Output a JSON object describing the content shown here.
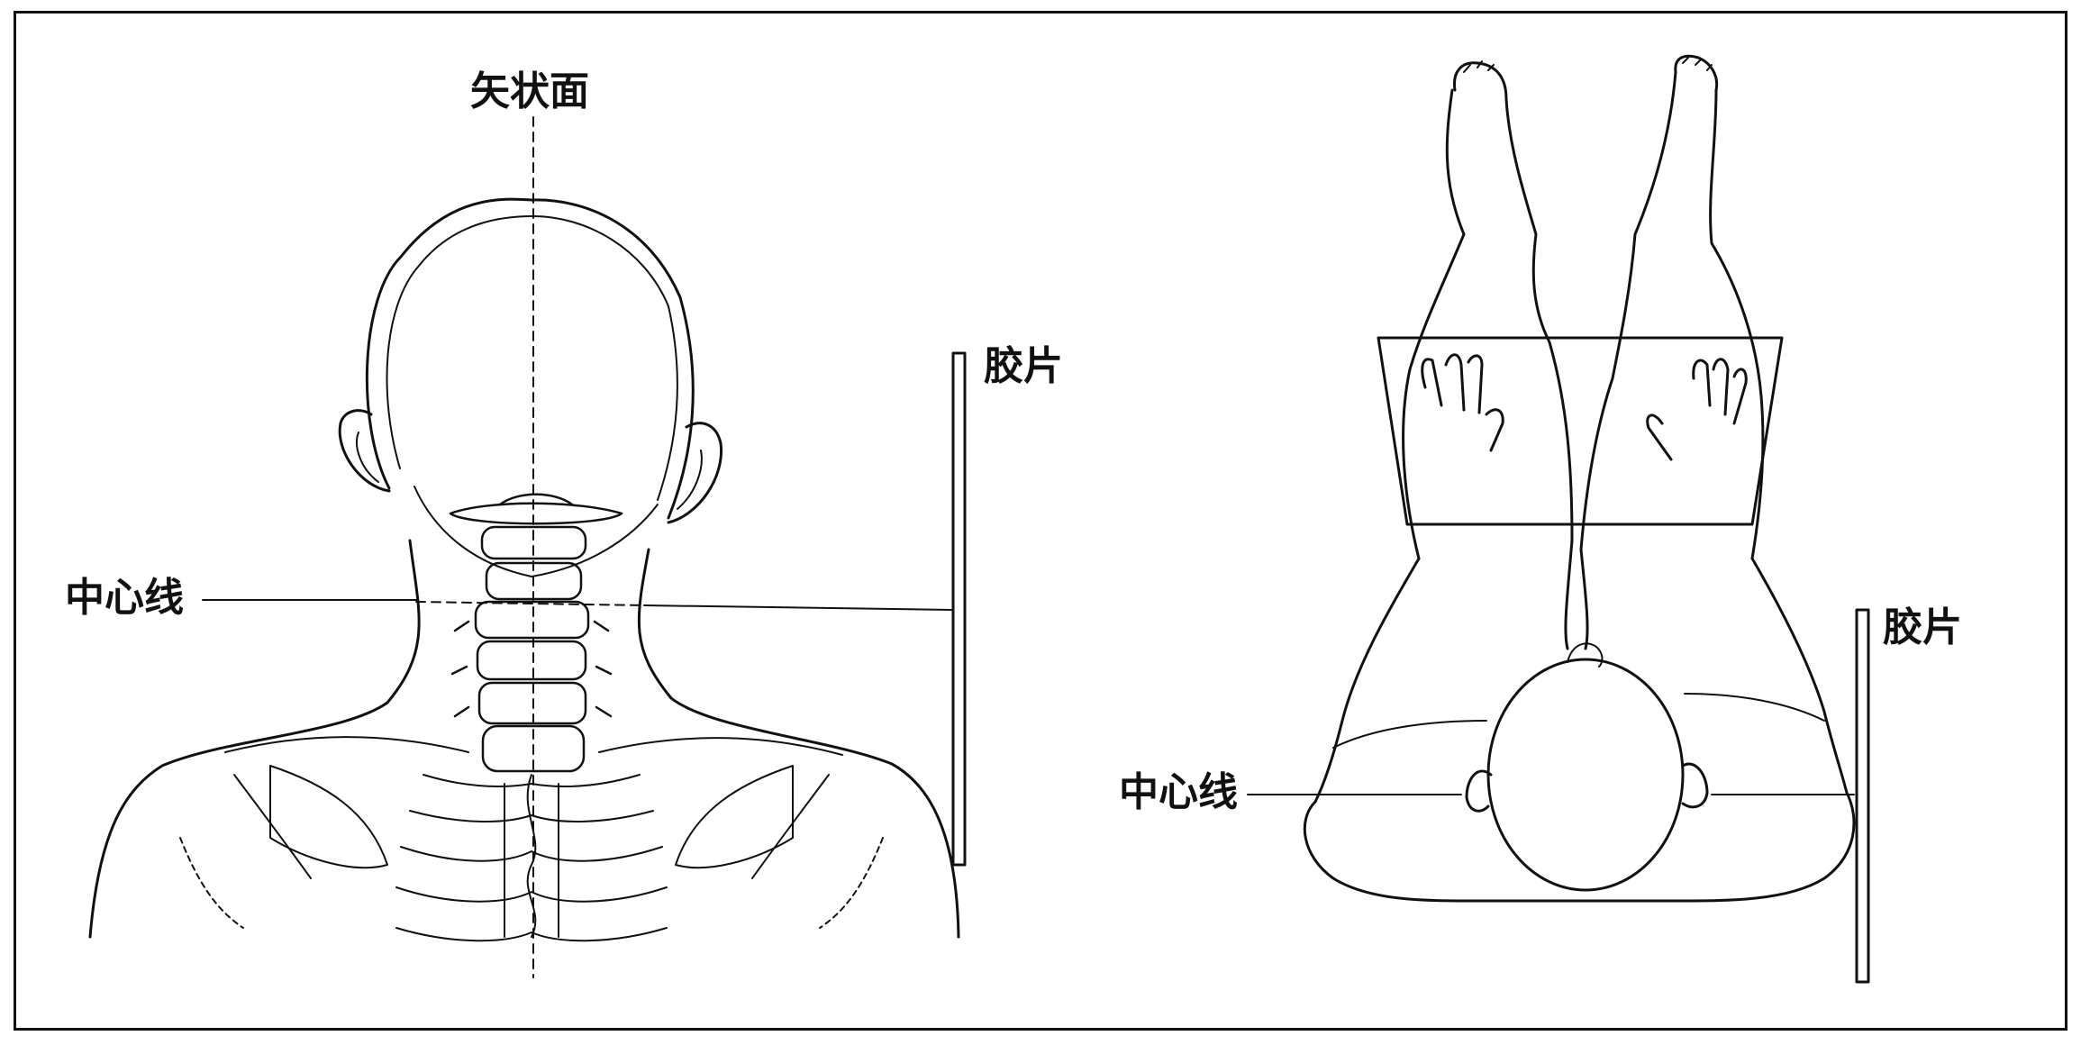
{
  "figure": {
    "left_panel": {
      "sagittal_plane_label": "矢状面",
      "film_label": "胶片",
      "center_line_label": "中心线"
    },
    "right_panel": {
      "film_label": "胶片",
      "center_line_label": "中心线"
    }
  },
  "colors": {
    "ink": "#111111",
    "background": "#ffffff"
  }
}
